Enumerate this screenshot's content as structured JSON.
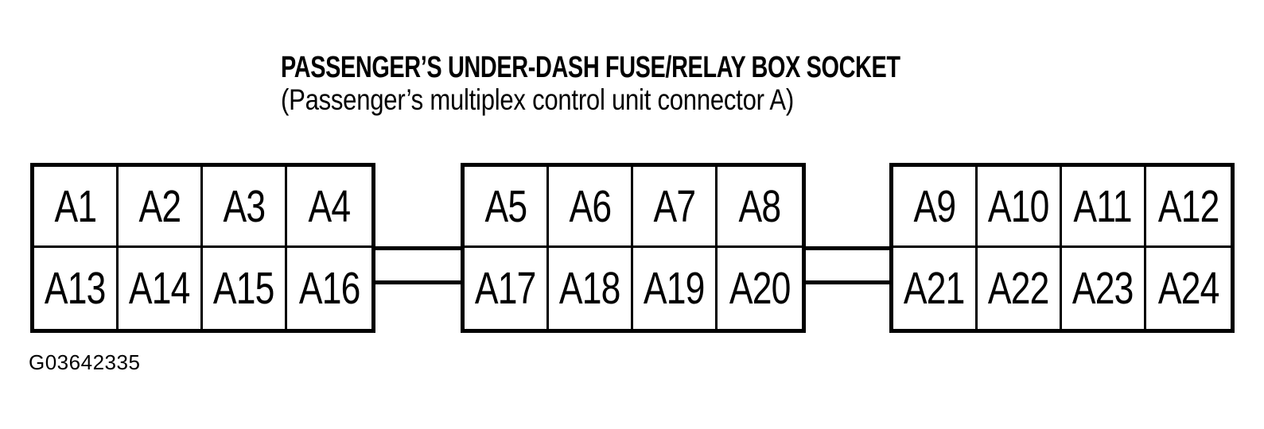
{
  "header": {
    "title": "PASSENGER’S UNDER-DASH FUSE/RELAY BOX SOCKET",
    "subtitle": "(Passenger’s multiplex control unit connector A)"
  },
  "figure_id": "G03642335",
  "diagram": {
    "line_color": "#000000",
    "background": "#ffffff",
    "blocks": [
      {
        "cells": [
          "A1",
          "A2",
          "A3",
          "A4",
          "A13",
          "A14",
          "A15",
          "A16"
        ]
      },
      {
        "cells": [
          "A5",
          "A6",
          "A7",
          "A8",
          "A17",
          "A18",
          "A19",
          "A20"
        ]
      },
      {
        "cells": [
          "A9",
          "A10",
          "A11",
          "A12",
          "A21",
          "A22",
          "A23",
          "A24"
        ]
      }
    ]
  }
}
